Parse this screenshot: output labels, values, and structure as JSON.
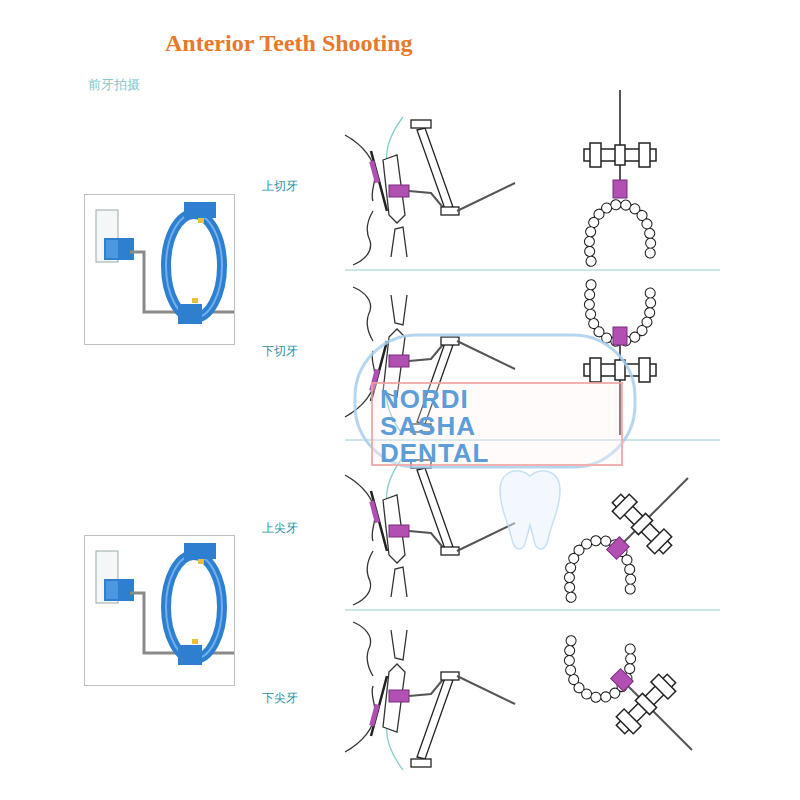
{
  "diagram": {
    "title": "Anterior Teeth Shooting",
    "labels": [
      "前牙拍摄",
      "上切牙",
      "下切牙",
      "上尖牙",
      "下尖牙",
      "NORDI SASHA DENTAL"
    ]
  }
}
